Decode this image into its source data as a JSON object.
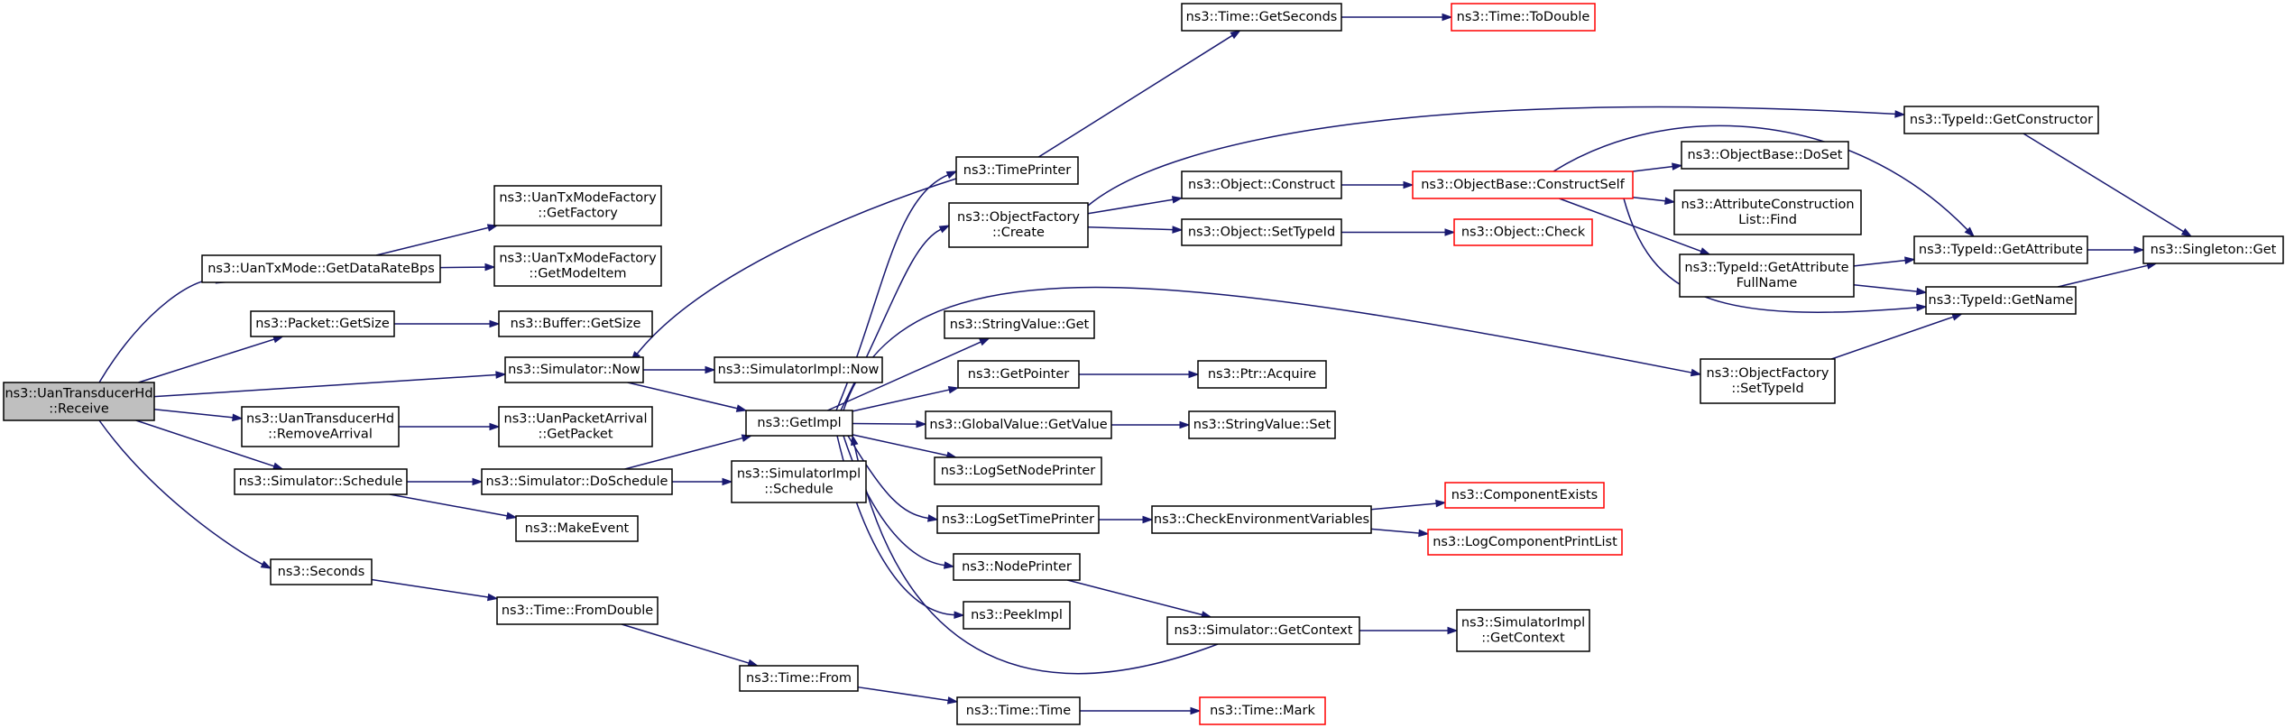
{
  "graph": {
    "nodes": [
      {
        "id": "root",
        "label": [
          "ns3::UanTransducerHd",
          "::Receive"
        ],
        "kind": "root"
      },
      {
        "id": "getDataRateBps",
        "label": [
          "ns3::UanTxMode::GetDataRateBps"
        ]
      },
      {
        "id": "getFactory",
        "label": [
          "ns3::UanTxModeFactory",
          "::GetFactory"
        ]
      },
      {
        "id": "getModeItem",
        "label": [
          "ns3::UanTxModeFactory",
          "::GetModeItem"
        ]
      },
      {
        "id": "packetGetSize",
        "label": [
          "ns3::Packet::GetSize"
        ]
      },
      {
        "id": "bufferGetSize",
        "label": [
          "ns3::Buffer::GetSize"
        ]
      },
      {
        "id": "simNow",
        "label": [
          "ns3::Simulator::Now"
        ]
      },
      {
        "id": "simImplNow",
        "label": [
          "ns3::SimulatorImpl::Now"
        ]
      },
      {
        "id": "removeArrival",
        "label": [
          "ns3::UanTransducerHd",
          "::RemoveArrival"
        ]
      },
      {
        "id": "arrivalGetPacket",
        "label": [
          "ns3::UanPacketArrival",
          "::GetPacket"
        ]
      },
      {
        "id": "simSchedule",
        "label": [
          "ns3::Simulator::Schedule"
        ]
      },
      {
        "id": "doSchedule",
        "label": [
          "ns3::Simulator::DoSchedule"
        ]
      },
      {
        "id": "simImplSchedule",
        "label": [
          "ns3::SimulatorImpl",
          "::Schedule"
        ]
      },
      {
        "id": "makeEvent",
        "label": [
          "ns3::MakeEvent"
        ]
      },
      {
        "id": "seconds",
        "label": [
          "ns3::Seconds"
        ]
      },
      {
        "id": "fromDouble",
        "label": [
          "ns3::Time::FromDouble"
        ]
      },
      {
        "id": "timeFrom",
        "label": [
          "ns3::Time::From"
        ]
      },
      {
        "id": "timeTime",
        "label": [
          "ns3::Time::Time"
        ]
      },
      {
        "id": "timeMark",
        "label": [
          "ns3::Time::Mark"
        ],
        "kind": "trunc"
      },
      {
        "id": "getImpl",
        "label": [
          "ns3::GetImpl"
        ]
      },
      {
        "id": "timePrinter",
        "label": [
          "ns3::TimePrinter"
        ]
      },
      {
        "id": "getSeconds",
        "label": [
          "ns3::Time::GetSeconds"
        ]
      },
      {
        "id": "toDouble",
        "label": [
          "ns3::Time::ToDouble"
        ],
        "kind": "trunc"
      },
      {
        "id": "ofCreate",
        "label": [
          "ns3::ObjectFactory",
          "::Create"
        ]
      },
      {
        "id": "objConstruct",
        "label": [
          "ns3::Object::Construct"
        ]
      },
      {
        "id": "constructSelf",
        "label": [
          "ns3::ObjectBase::ConstructSelf"
        ],
        "kind": "trunc"
      },
      {
        "id": "objSetTypeId",
        "label": [
          "ns3::Object::SetTypeId"
        ]
      },
      {
        "id": "objCheck",
        "label": [
          "ns3::Object::Check"
        ],
        "kind": "trunc"
      },
      {
        "id": "getConstructor",
        "label": [
          "ns3::TypeId::GetConstructor"
        ]
      },
      {
        "id": "doSet",
        "label": [
          "ns3::ObjectBase::DoSet"
        ]
      },
      {
        "id": "attrFind",
        "label": [
          "ns3::AttributeConstruction",
          "List::Find"
        ]
      },
      {
        "id": "attrFullName",
        "label": [
          "ns3::TypeId::GetAttribute",
          "FullName"
        ]
      },
      {
        "id": "getAttribute",
        "label": [
          "ns3::TypeId::GetAttribute"
        ]
      },
      {
        "id": "getName",
        "label": [
          "ns3::TypeId::GetName"
        ]
      },
      {
        "id": "singletonGet",
        "label": [
          "ns3::Singleton::Get"
        ]
      },
      {
        "id": "ofSetTypeId",
        "label": [
          "ns3::ObjectFactory",
          "::SetTypeId"
        ]
      },
      {
        "id": "stringValueGet",
        "label": [
          "ns3::StringValue::Get"
        ]
      },
      {
        "id": "getPointer",
        "label": [
          "ns3::GetPointer"
        ]
      },
      {
        "id": "ptrAcquire",
        "label": [
          "ns3::Ptr::Acquire"
        ]
      },
      {
        "id": "globalGetValue",
        "label": [
          "ns3::GlobalValue::GetValue"
        ]
      },
      {
        "id": "stringValueSet",
        "label": [
          "ns3::StringValue::Set"
        ]
      },
      {
        "id": "logSetNodePrinter",
        "label": [
          "ns3::LogSetNodePrinter"
        ]
      },
      {
        "id": "logSetTimePrinter",
        "label": [
          "ns3::LogSetTimePrinter"
        ]
      },
      {
        "id": "checkEnv",
        "label": [
          "ns3::CheckEnvironmentVariables"
        ]
      },
      {
        "id": "componentExists",
        "label": [
          "ns3::ComponentExists"
        ],
        "kind": "trunc"
      },
      {
        "id": "logComponentPrintList",
        "label": [
          "ns3::LogComponentPrintList"
        ],
        "kind": "trunc"
      },
      {
        "id": "nodePrinter",
        "label": [
          "ns3::NodePrinter"
        ]
      },
      {
        "id": "peekImpl",
        "label": [
          "ns3::PeekImpl"
        ]
      },
      {
        "id": "getContext",
        "label": [
          "ns3::Simulator::GetContext"
        ]
      },
      {
        "id": "simImplGetContext",
        "label": [
          "ns3::SimulatorImpl",
          "::GetContext"
        ]
      }
    ],
    "edges": [
      [
        "root",
        "getDataRateBps"
      ],
      [
        "root",
        "packetGetSize"
      ],
      [
        "root",
        "simNow"
      ],
      [
        "root",
        "removeArrival"
      ],
      [
        "root",
        "simSchedule"
      ],
      [
        "root",
        "seconds"
      ],
      [
        "getDataRateBps",
        "getFactory"
      ],
      [
        "getDataRateBps",
        "getModeItem"
      ],
      [
        "packetGetSize",
        "bufferGetSize"
      ],
      [
        "simNow",
        "simImplNow"
      ],
      [
        "simNow",
        "getImpl"
      ],
      [
        "removeArrival",
        "arrivalGetPacket"
      ],
      [
        "simSchedule",
        "doSchedule"
      ],
      [
        "simSchedule",
        "makeEvent"
      ],
      [
        "doSchedule",
        "getImpl"
      ],
      [
        "doSchedule",
        "simImplSchedule"
      ],
      [
        "seconds",
        "fromDouble"
      ],
      [
        "fromDouble",
        "timeFrom"
      ],
      [
        "timeFrom",
        "timeTime"
      ],
      [
        "timeTime",
        "timeMark"
      ],
      [
        "getImpl",
        "timePrinter"
      ],
      [
        "getImpl",
        "ofCreate"
      ],
      [
        "getImpl",
        "ofSetTypeId"
      ],
      [
        "getImpl",
        "stringValueGet"
      ],
      [
        "getImpl",
        "getPointer"
      ],
      [
        "getImpl",
        "globalGetValue"
      ],
      [
        "getImpl",
        "logSetNodePrinter"
      ],
      [
        "getImpl",
        "logSetTimePrinter"
      ],
      [
        "getImpl",
        "nodePrinter"
      ],
      [
        "getImpl",
        "peekImpl"
      ],
      [
        "timePrinter",
        "simNow"
      ],
      [
        "timePrinter",
        "getSeconds"
      ],
      [
        "getSeconds",
        "toDouble"
      ],
      [
        "ofCreate",
        "objConstruct"
      ],
      [
        "ofCreate",
        "objSetTypeId"
      ],
      [
        "ofCreate",
        "getConstructor"
      ],
      [
        "objConstruct",
        "constructSelf"
      ],
      [
        "objSetTypeId",
        "objCheck"
      ],
      [
        "constructSelf",
        "doSet"
      ],
      [
        "constructSelf",
        "attrFind"
      ],
      [
        "constructSelf",
        "attrFullName"
      ],
      [
        "constructSelf",
        "getAttribute"
      ],
      [
        "constructSelf",
        "getName"
      ],
      [
        "attrFullName",
        "getAttribute"
      ],
      [
        "attrFullName",
        "getName"
      ],
      [
        "getConstructor",
        "singletonGet"
      ],
      [
        "getAttribute",
        "singletonGet"
      ],
      [
        "getName",
        "singletonGet"
      ],
      [
        "ofSetTypeId",
        "getName"
      ],
      [
        "getPointer",
        "ptrAcquire"
      ],
      [
        "globalGetValue",
        "stringValueSet"
      ],
      [
        "logSetTimePrinter",
        "checkEnv"
      ],
      [
        "checkEnv",
        "componentExists"
      ],
      [
        "checkEnv",
        "logComponentPrintList"
      ],
      [
        "nodePrinter",
        "getContext"
      ],
      [
        "getContext",
        "getImpl"
      ],
      [
        "getContext",
        "simImplGetContext"
      ]
    ],
    "colors": {
      "edge": "#191970",
      "node_border": "#000000",
      "truncated_border": "#ff0000",
      "root_fill": "#bfbfbf",
      "node_fill": "#ffffff"
    }
  }
}
